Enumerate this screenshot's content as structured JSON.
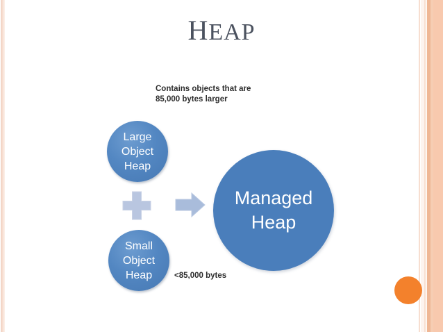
{
  "slide": {
    "title": "Heap",
    "title_first_letter": "H",
    "title_rest": "EAP",
    "background_color": "#ffffff"
  },
  "annotations": {
    "top_note": "Contains objects that are\n85,000 bytes larger",
    "bottom_note": "<85,000 bytes"
  },
  "diagram": {
    "nodes": [
      {
        "id": "large-object-heap",
        "label": "Large\nObject\nHeap",
        "shape": "circle",
        "color": "#5387c2",
        "size": "small"
      },
      {
        "id": "small-object-heap",
        "label": "Small\nObject\nHeap",
        "shape": "circle",
        "color": "#5387c2",
        "size": "small"
      },
      {
        "id": "managed-heap",
        "label": "Managed\nHeap",
        "shape": "circle",
        "color": "#4a7ebb",
        "size": "large"
      }
    ],
    "connectors": [
      {
        "id": "plus",
        "glyph": "plus-icon",
        "color": "#b9c6e0"
      },
      {
        "id": "arrow",
        "glyph": "arrow-right-icon",
        "color": "#a9bcdb"
      }
    ]
  },
  "decor": {
    "accent_dot_color": "#f3812c",
    "stripe_colors": [
      "#f3d6c7",
      "#f7ddd0",
      "#fbeee6",
      "#efb795",
      "#f6cdb3",
      "#f8c9ae"
    ]
  }
}
